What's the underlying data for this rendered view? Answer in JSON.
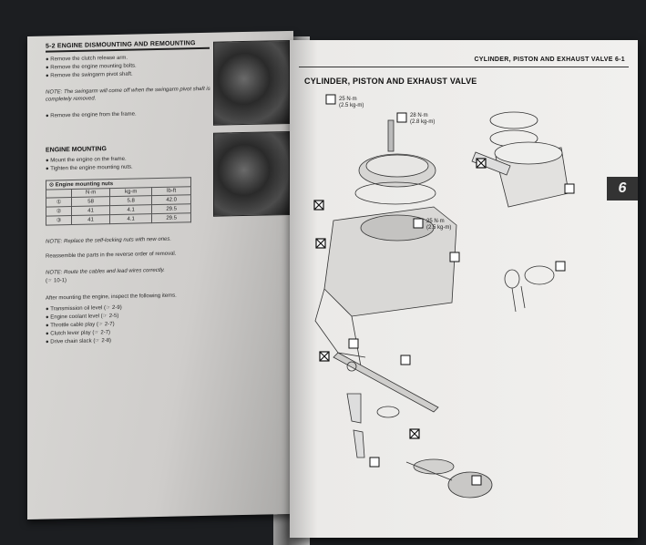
{
  "left_page": {
    "section_header": "5-2 ENGINE DISMOUNTING AND REMOUNTING",
    "removal_steps": [
      "Remove the clutch release arm.",
      "Remove the engine mounting bolts.",
      "Remove the swingarm pivot shaft."
    ],
    "note_swingarm": "NOTE: The swingarm will come off when the swingarm pivot shaft is completely removed.",
    "remove_engine": "Remove the engine from the frame.",
    "engine_mounting_heading": "ENGINE MOUNTING",
    "mounting_steps": [
      "Mount the engine on the frame.",
      "Tighten the engine mounting nuts."
    ],
    "torque_table": {
      "caption": "Engine mounting nuts",
      "columns": [
        "",
        "N·m",
        "kg-m",
        "lb-ft"
      ],
      "rows": [
        [
          "①",
          "58",
          "5.8",
          "42.0"
        ],
        [
          "②",
          "41",
          "4.1",
          "29.5"
        ],
        [
          "③",
          "41",
          "4.1",
          "29.5"
        ]
      ]
    },
    "note_selflocking": "NOTE: Replace the self-locking nuts with new ones.",
    "reassemble": "Reassemble the parts in the reverse order of removal.",
    "note_route": "NOTE: Route the cables and lead wires correctly.",
    "route_ref": "(☞ 10-1)",
    "after_mounting": "After mounting the engine, inspect the following items.",
    "inspect_items": [
      "Transmission oil level (☞ 2-9)",
      "Engine coolant level (☞ 2-5)",
      "Throttle cable play (☞ 2-7)",
      "Clutch lever play (☞ 2-7)",
      "Drive chain slack (☞ 2-8)"
    ]
  },
  "right_page": {
    "running_header": "CYLINDER, PISTON AND EXHAUST VALVE  6-1",
    "title": "CYLINDER, PISTON AND EXHAUST VALVE",
    "chapter_number": "6",
    "torque_callouts": [
      {
        "line1": "25 N·m",
        "line2": "(2.5 kg-m)"
      },
      {
        "line1": "28 N·m",
        "line2": "(2.8 kg-m)"
      },
      {
        "line1": "25 N·m",
        "line2": "(2.5 kg-m)"
      }
    ]
  }
}
